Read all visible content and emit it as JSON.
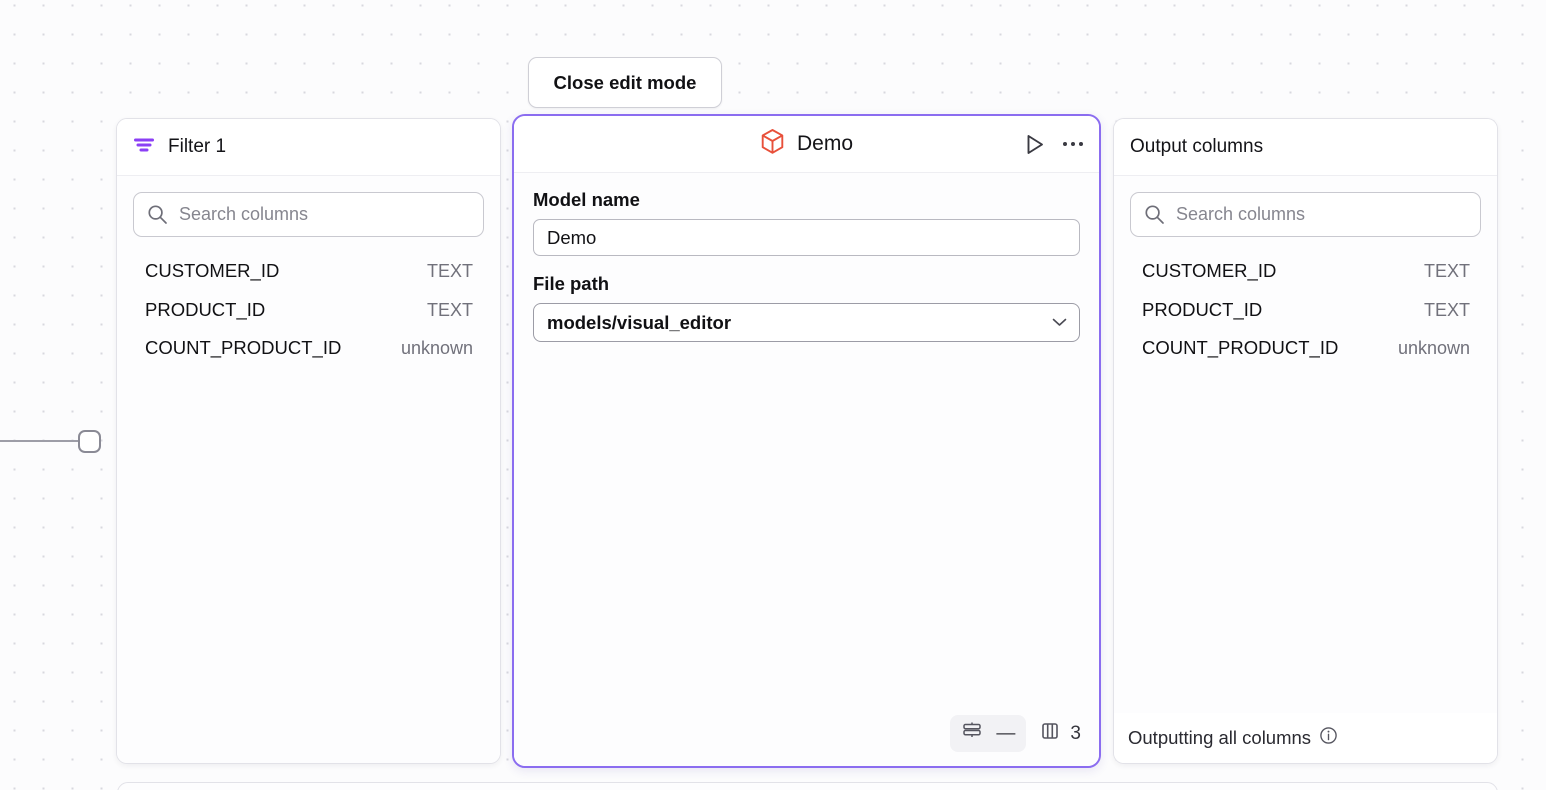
{
  "toolbar": {
    "close_edit_mode_label": "Close edit mode"
  },
  "canvas": {
    "accent_color": "#8b6df0",
    "model_icon_color": "#e8503a",
    "background_color": "#fcfcfd"
  },
  "filter_panel": {
    "title": "Filter 1",
    "icon": "filter-icon",
    "search": {
      "placeholder": "Search columns",
      "value": "",
      "icon": "search-icon"
    },
    "columns": [
      {
        "name": "CUSTOMER_ID",
        "type": "TEXT"
      },
      {
        "name": "PRODUCT_ID",
        "type": "TEXT"
      },
      {
        "name": "COUNT_PRODUCT_ID",
        "type": "unknown"
      }
    ]
  },
  "demo_panel": {
    "title": "Demo",
    "icon": "cube-icon",
    "actions": [
      {
        "name": "run-button",
        "icon": "play-icon"
      },
      {
        "name": "more-options-button",
        "icon": "ellipsis-icon"
      }
    ],
    "fields": {
      "model_name_label": "Model name",
      "model_name_value": "Demo",
      "file_path_label": "File path",
      "file_path_value": "models/visual_editor"
    },
    "stats": {
      "rows_icon": "rows-icon",
      "rows_value": "—",
      "columns_icon": "columns-icon",
      "columns_value": "3"
    }
  },
  "output_panel": {
    "title": "Output columns",
    "search": {
      "placeholder": "Search columns",
      "value": "",
      "icon": "search-icon"
    },
    "columns": [
      {
        "name": "CUSTOMER_ID",
        "type": "TEXT"
      },
      {
        "name": "PRODUCT_ID",
        "type": "TEXT"
      },
      {
        "name": "COUNT_PRODUCT_ID",
        "type": "unknown"
      }
    ],
    "footer_text": "Outputting all columns",
    "footer_icon": "info-icon"
  }
}
